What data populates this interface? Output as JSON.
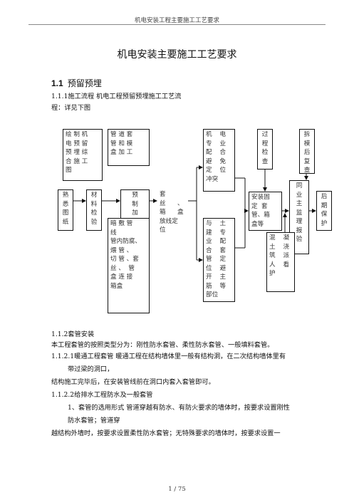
{
  "header": {
    "doc_title": "机电安装工程主要施工工艺要求"
  },
  "title": "机电安装主要施工工艺要求",
  "section": {
    "num": "1.1",
    "label": "预留预埋"
  },
  "para_1_1_1": {
    "line1": "1.1.1施工流程  机电工程预留预埋施工工艺流",
    "line2": "程：详见下图"
  },
  "flow": {
    "b_drawing": "绘 制 机\n电 预 留\n预 埋 综\n合 施 工\n图",
    "b_pipe_make": "管 道 套\n管 和 模\n盒 加 工",
    "b_fam": "熟\n悉\n图\n纸",
    "b_material": "材\n料\n检\n验",
    "b_process": "预\n制\n加\n工",
    "b_concealed": "暗 敷 管\n线\n管内防腐、\n煨 管 、\n切 管 、套\n丝 、  管\n盒 连 接\n箱盒",
    "b_sleeve": "套\n丝      、\n箱      盒\n放线定\n位",
    "b_me1": "机    电\n专    业\n配    合\n避    免\n定    位\n冲突",
    "b_me2": "与    土\n建    专\n业    配\n合    套\n管    定\n位    避\n开    主\n筋    等\n部位",
    "b_install": "安装固\n定  套\n管、箱\n盒等",
    "b_inspect": "过\n程\n检\n查",
    "b_recheck": "拆\n模\n后\n复\n查",
    "b_accept": "同\n业\n主\n监\n理\n报\n验",
    "b_protect": "后\n期\n保\n护",
    "b_pour": "混    凝\n土    浇\n筑    派\n人    看\n护"
  },
  "para_1_1_2": {
    "heading": "1.1.2套管安装",
    "line1": "本工程套管的按照类型分为：刚性防水套管、柔性防水套管、一般填料套管。",
    "line2": "1.1.2.1暖通工程套管  暖通工程在结构墙体里一般有结构洞，在二次结构墙体里有",
    "line3": "带过梁的洞口，",
    "line4": "结构施工完毕后，在安装管线前在洞口内套入套管即可。",
    "line5": "1.1.2.2给排水工程防水及一般套管",
    "line6": "1、套管的选用形式  管道穿越有防水、有防火要求的墙体时，按要求设置刚性",
    "line7": "防水套管；管道穿",
    "line8": "越结构外墙时，按要求设置柔性防水套管；无特殊要求的墙体时，按要求设置一"
  },
  "footer": {
    "page": "1 / 75"
  }
}
